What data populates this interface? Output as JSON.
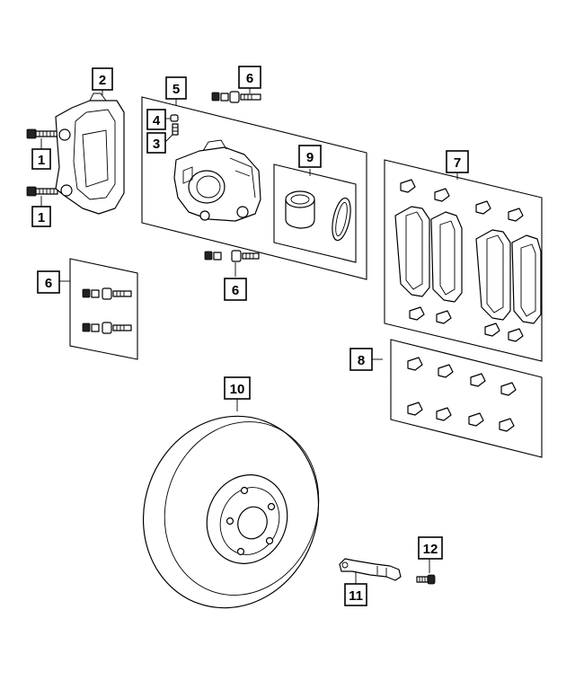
{
  "callouts": {
    "c1a": "1",
    "c1b": "1",
    "c2": "2",
    "c3": "3",
    "c4": "4",
    "c5": "5",
    "c6a": "6",
    "c6b": "6",
    "c6c": "6",
    "c7": "7",
    "c8": "8",
    "c9": "9",
    "c10": "10",
    "c11": "11",
    "c12": "12"
  },
  "icons": [
    "bolt-icon",
    "caliper-bracket-icon",
    "caliper-icon",
    "piston-icon",
    "seal-icon",
    "brake-pad-icon",
    "clip-icon",
    "rotor-icon",
    "wear-sensor-icon",
    "screw-icon"
  ]
}
